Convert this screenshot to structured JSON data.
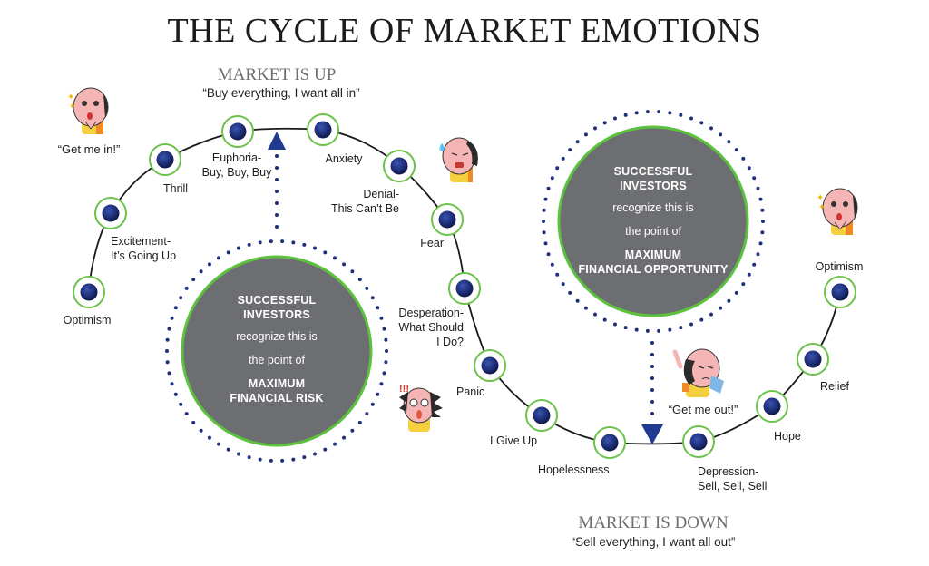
{
  "title": "THE CYCLE OF MARKET EMOTIONS",
  "market_up": {
    "heading": "MARKET IS UP",
    "quote": "“Buy everything, I want all in”"
  },
  "market_down": {
    "heading": "MARKET IS DOWN",
    "quote": "“Sell everything, I want all out”"
  },
  "stages": [
    {
      "line1": "Optimism",
      "line2": ""
    },
    {
      "line1": "Excitement-",
      "line2": "It’s Going Up"
    },
    {
      "line1": "Thrill",
      "line2": ""
    },
    {
      "line1": "Euphoria-",
      "line2": "Buy, Buy, Buy"
    },
    {
      "line1": "Anxiety",
      "line2": ""
    },
    {
      "line1": "Denial-",
      "line2": "This Can’t Be"
    },
    {
      "line1": "Fear",
      "line2": ""
    },
    {
      "line1": "Desperation-",
      "line2": "What Should",
      "line3": "I Do?"
    },
    {
      "line1": "Panic",
      "line2": ""
    },
    {
      "line1": "I Give Up",
      "line2": ""
    },
    {
      "line1": "Hopelessness",
      "line2": ""
    },
    {
      "line1": "Depression-",
      "line2": "Sell, Sell, Sell"
    },
    {
      "line1": "Hope",
      "line2": ""
    },
    {
      "line1": "Relief",
      "line2": ""
    },
    {
      "line1": "Optimism",
      "line2": ""
    }
  ],
  "risk_circle": {
    "line1": "SUCCESSFUL",
    "line2": "INVESTORS",
    "line3": "recognize this is",
    "line4": "the point of",
    "line5": "MAXIMUM",
    "line6": "FINANCIAL RISK"
  },
  "opportunity_circle": {
    "line1": "SUCCESSFUL",
    "line2": "INVESTORS",
    "line3": "recognize this is",
    "line4": "the point of",
    "line5": "MAXIMUM",
    "line6": "FINANCIAL OPPORTUNITY"
  },
  "speech": {
    "get_in": "“Get me in!”",
    "get_out": "“Get me out!”"
  },
  "characters": [
    {
      "icon": "excited-investor-icon"
    },
    {
      "icon": "anxious-investor-icon"
    },
    {
      "icon": "panicked-investor-icon"
    },
    {
      "icon": "crying-investor-icon"
    },
    {
      "icon": "optimistic-investor-icon"
    }
  ],
  "colors": {
    "node_fill": "#1f2f7a",
    "node_ring": "#6cc24a",
    "circle_fill": "#6d6e71",
    "dots": "#1f2f7a",
    "arrow": "#1f3a8f",
    "heading_gray": "#6d6e71"
  }
}
